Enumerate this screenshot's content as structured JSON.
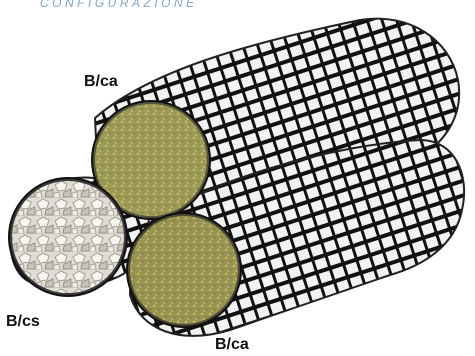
{
  "header": {
    "title": "CONFIGURAZIONE"
  },
  "labels": {
    "top_right_core": "B/ca",
    "left_core": "B/cs",
    "bottom_core": "B/ca"
  },
  "colors": {
    "header_text": "#7fa6c6",
    "label_text": "#111111",
    "gravel_fill": "#8b8a3e",
    "stone_fill": "#d8d5c9",
    "mesh_dark": "#1a1a1a"
  },
  "icons": {
    "top_core": "gravel-disc-icon",
    "left_core": "stone-disc-icon",
    "bottom_core": "gravel-disc-icon"
  }
}
